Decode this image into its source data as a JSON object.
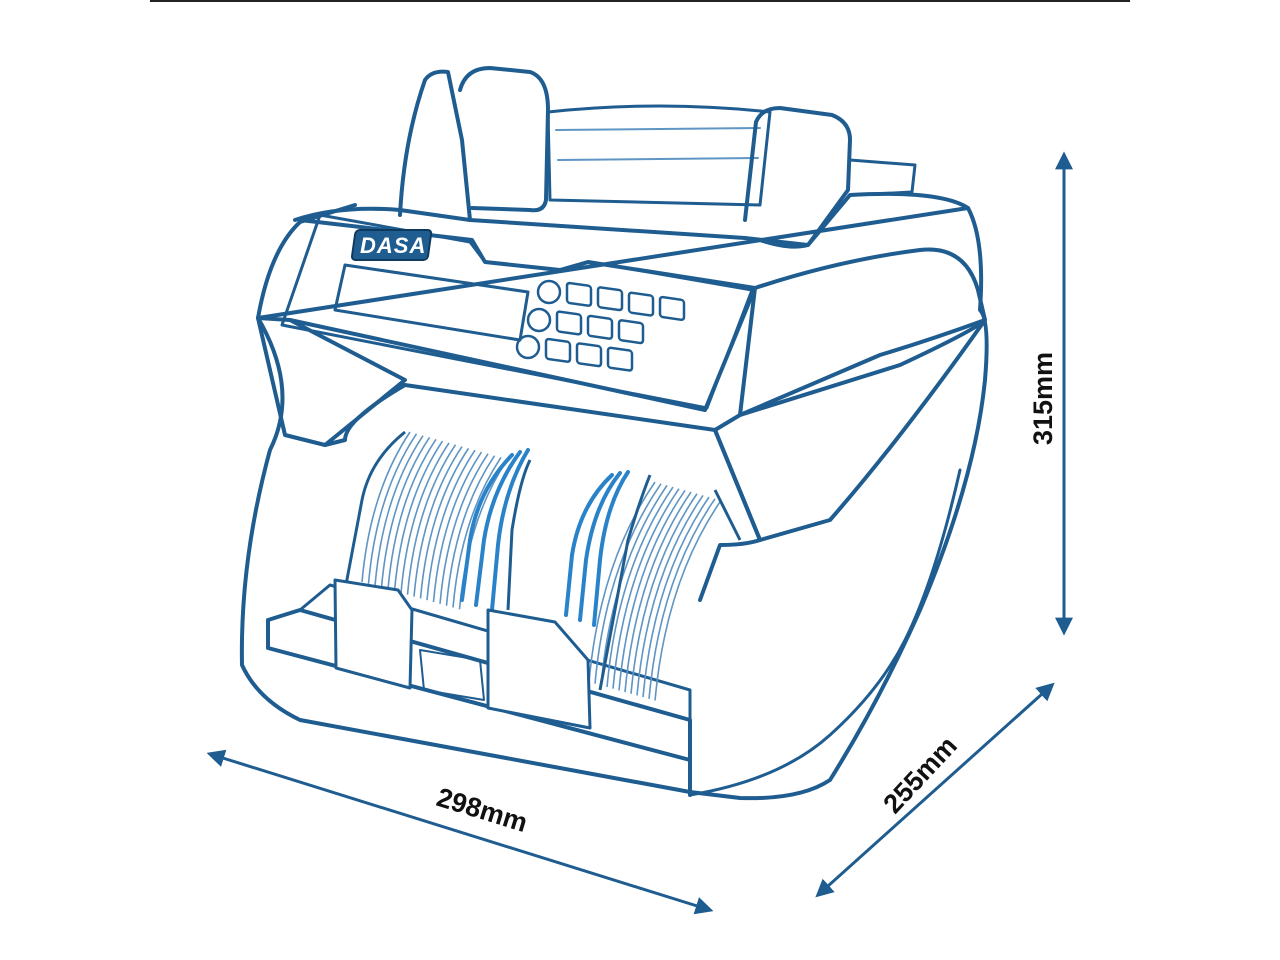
{
  "brand": {
    "logo_text": "DASA"
  },
  "dimensions": {
    "width": "298mm",
    "depth": "255mm",
    "height": "315mm"
  },
  "colors": {
    "outline": "#1f5d91",
    "outline_light": "#5f95c4",
    "accent": "#2a83c9",
    "label": "#111111"
  }
}
